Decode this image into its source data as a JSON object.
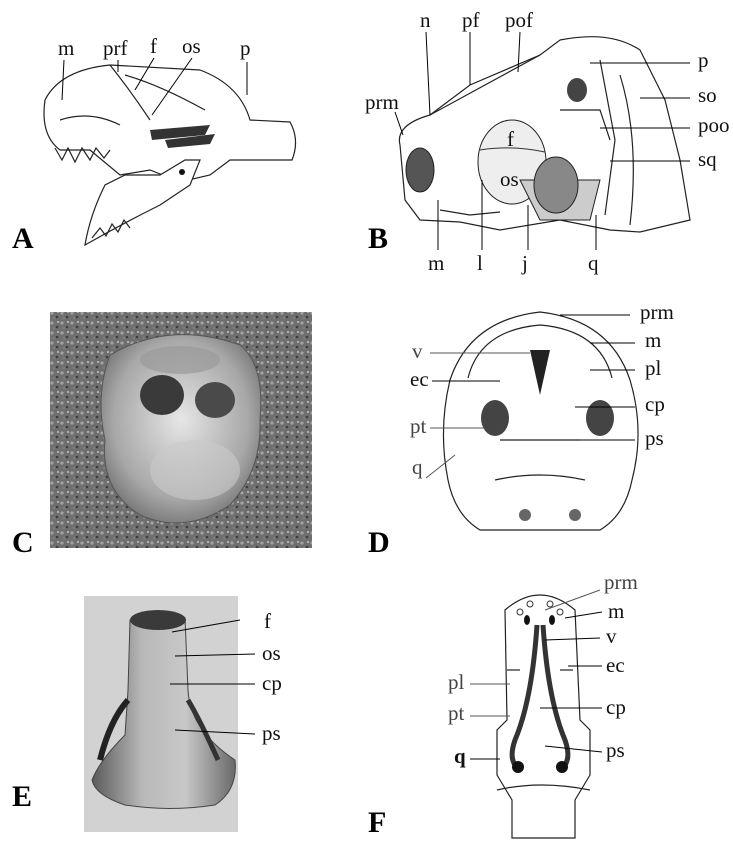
{
  "panels": {
    "A": {
      "letter": "A",
      "labels": {
        "m": "m",
        "prf": "prf",
        "f": "f",
        "os": "os",
        "p": "p"
      }
    },
    "B": {
      "letter": "B",
      "labels": {
        "n": "n",
        "pf": "pf",
        "pof": "pof",
        "prm": "prm",
        "p": "p",
        "so": "so",
        "poo": "poo",
        "sq": "sq",
        "m": "m",
        "l": "l",
        "j": "j",
        "q": "q",
        "f_in": "f",
        "os_in": "os"
      }
    },
    "C": {
      "letter": "C"
    },
    "D": {
      "letter": "D",
      "labels": {
        "prm": "prm",
        "m": "m",
        "v": "v",
        "pl": "pl",
        "ec": "ec",
        "cp": "cp",
        "pt": "pt",
        "ps": "ps",
        "q": "q"
      }
    },
    "E": {
      "letter": "E",
      "labels": {
        "f": "f",
        "os": "os",
        "cp": "cp",
        "ps": "ps"
      }
    },
    "F": {
      "letter": "F",
      "labels": {
        "prm": "prm",
        "m": "m",
        "v": "v",
        "pl": "pl",
        "ec": "ec",
        "pt": "pt",
        "cp": "cp",
        "q": "q",
        "ps": "ps"
      }
    }
  }
}
